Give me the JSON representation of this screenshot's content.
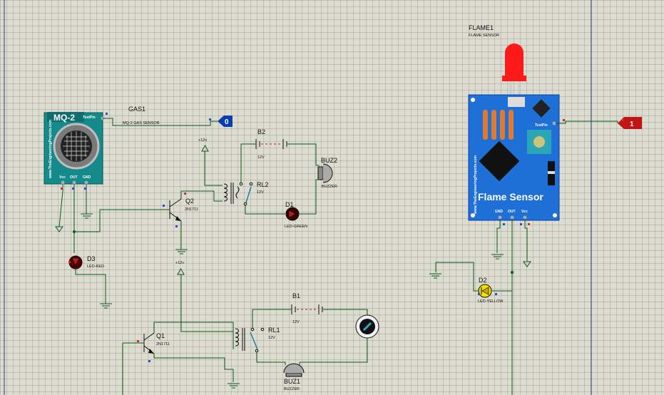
{
  "mq2": {
    "title": "MQ-2",
    "side": "www.TheEngineeringProjects.com",
    "test_pin": "TestPin",
    "pin_vcc": "Vcc",
    "pin_out": "OUT",
    "pin_gnd": "GND",
    "ref": "GAS1",
    "value": "MQ-2 GAS SENSOR"
  },
  "flame": {
    "ref": "FLAME1",
    "value": "FLAME SENSOR",
    "label": "Flame Sensor",
    "side": "www.TheEngineeringProjects.com",
    "test_pin": "TestPin",
    "pin_gnd": "GND",
    "pin_out": "OUT",
    "pin_vcc": "Vcc"
  },
  "logic_left": "0",
  "logic_right": "1",
  "b2": {
    "ref": "B2",
    "value": "12V"
  },
  "b1": {
    "ref": "B1",
    "value": "12V"
  },
  "buz2": {
    "ref": "BUZ2",
    "value": "BUZZER"
  },
  "buz1": {
    "ref": "BUZ1",
    "value": "BUZZER"
  },
  "rl2": {
    "ref": "RL2",
    "value": "12V"
  },
  "rl1": {
    "ref": "RL1",
    "value": "12V"
  },
  "d1": {
    "ref": "D1",
    "value": "LED-GREEN"
  },
  "d2": {
    "ref": "D2",
    "value": "LED-YELLOW"
  },
  "d3": {
    "ref": "D3",
    "value": "LED-RED"
  },
  "q2": {
    "ref": "Q2",
    "value": "2N1711"
  },
  "q1": {
    "ref": "Q1",
    "value": "2N1711"
  },
  "power1": "+12v",
  "power2": "+12v",
  "colors": {
    "wire": "#0b5a1a",
    "board": "#1e6fd6",
    "terminal_blue": "#0a3fb0",
    "terminal_red": "#c21414",
    "led_red": "#ff1a1a"
  }
}
